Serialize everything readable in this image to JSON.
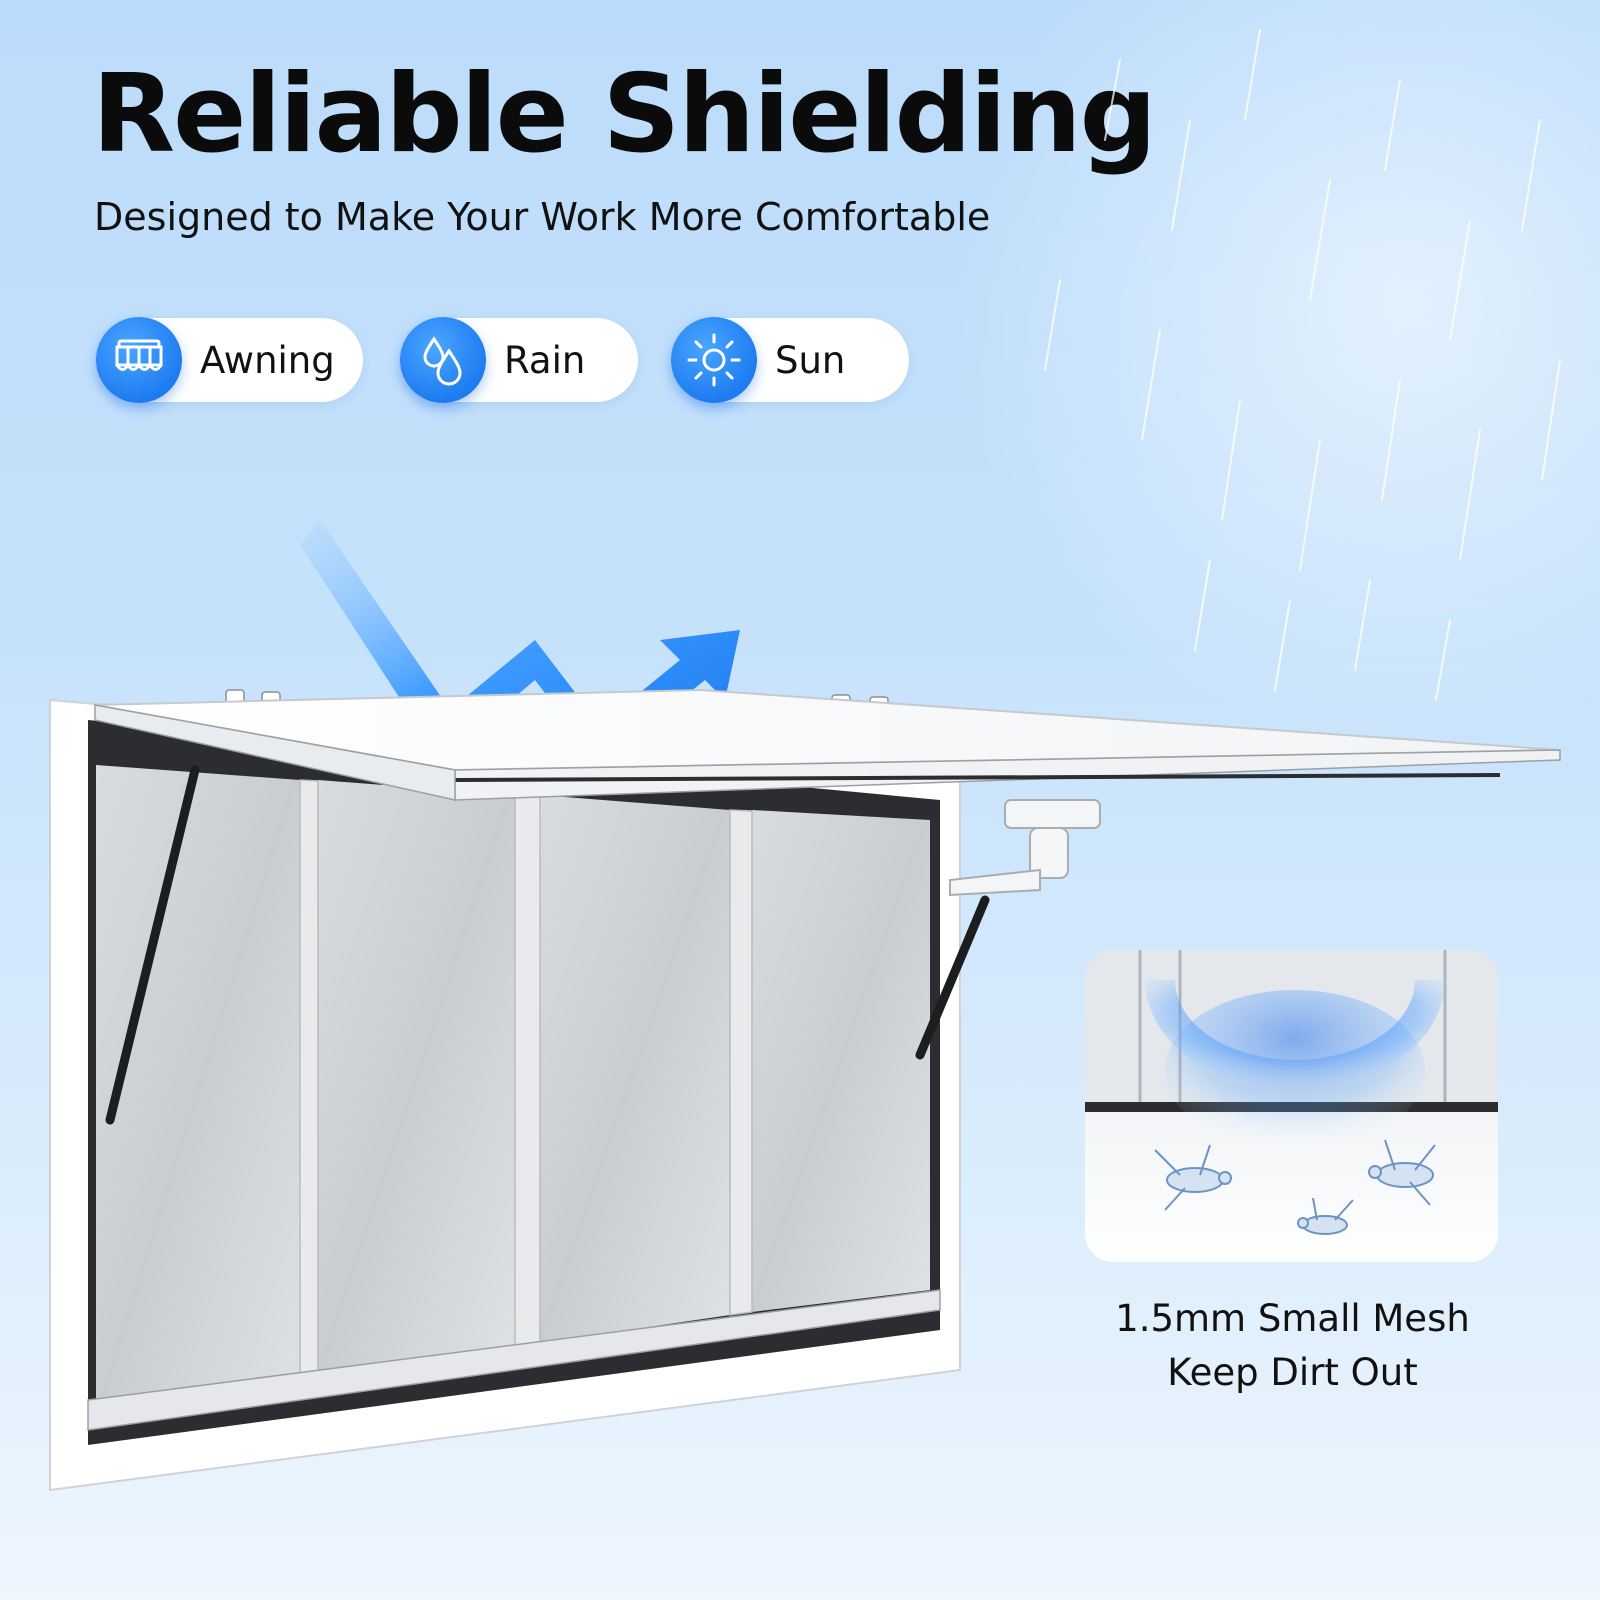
{
  "title": "Reliable Shielding",
  "subtitle": "Designed to Make Your Work More Comfortable",
  "features": [
    {
      "label": "Awning",
      "icon": "awning-icon"
    },
    {
      "label": "Rain",
      "icon": "raindrops-icon"
    },
    {
      "label": "Sun",
      "icon": "sun-icon"
    }
  ],
  "mesh_caption": {
    "line1": "1.5mm Small Mesh",
    "line2": "Keep Dirt Out"
  },
  "colors": {
    "accent_blue": "#1f7cf0",
    "background_blue": "#c6e2fb",
    "text": "#111111"
  }
}
